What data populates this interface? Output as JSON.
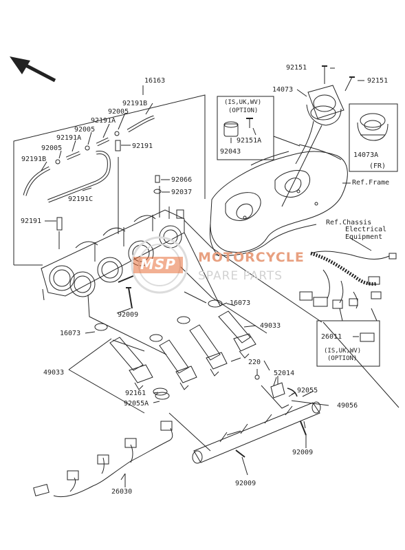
{
  "labels": {
    "p16163": "16163",
    "p92191B_top": "92191B",
    "p92005_a": "92005",
    "p92191A_a": "92191A",
    "p92005_b": "92005",
    "p92191A_b": "92191A",
    "p92005_c": "92005",
    "p92191B_left": "92191B",
    "p92191_mid": "92191",
    "p92066": "92066",
    "p92037": "92037",
    "p92191C": "92191C",
    "p92191_left": "92191",
    "p92151_a": "92151",
    "p92151_b": "92151",
    "p14073": "14073",
    "p14073A": "14073A",
    "fr": "(FR)",
    "p92151A": "92151A",
    "p92043": "92043",
    "option1_line1": "(IS,UK,WV)",
    "option1_line2": "(OPTION)",
    "ref_frame": "Ref.Frame",
    "ref_chassis_1": "Ref.Chassis",
    "ref_chassis_2": "Electrical",
    "ref_chassis_3": "Equipment",
    "p16073_r": "16073",
    "p92009_top": "92009",
    "p16073_l": "16073",
    "p49033_r": "49033",
    "p26011": "26011",
    "option2_line1": "(IS,UK,WV)",
    "option2_line2": "(OPTION)",
    "p220": "220",
    "p52014": "52014",
    "p49033_l": "49033",
    "p92161": "92161",
    "p92055A": "92055A",
    "p92055": "92055",
    "p49056": "49056",
    "p92009_r": "92009",
    "p92009_b": "92009",
    "p26030": "26030"
  },
  "watermark": {
    "line1": "MOTORCYCLE",
    "line2": "SPARE PARTS",
    "logo_text": "MSP"
  },
  "colors": {
    "line": "#222222",
    "watermark_orange": "#e8703a",
    "watermark_gray": "#d2d2d2"
  },
  "icons": [
    "front-direction-arrow-icon"
  ]
}
